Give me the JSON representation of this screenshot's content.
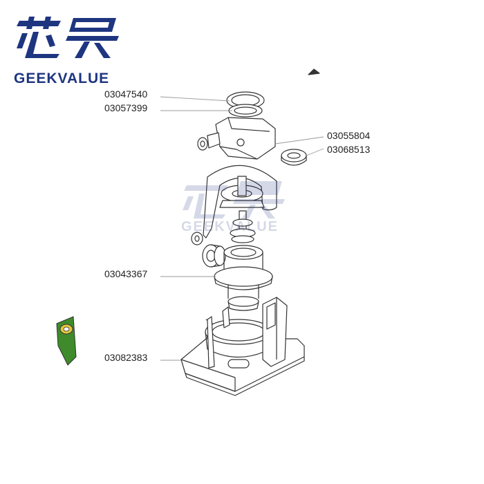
{
  "brand": {
    "name_cn": "芯灵",
    "name_en": "GEEKVALUE",
    "color": "#1e3580"
  },
  "watermark": {
    "name_cn": "芯灵",
    "name_en": "GEEKVALUE"
  },
  "callouts": {
    "top_ring": "03047540",
    "top_seal": "03057399",
    "right_bearing_a": "03055804",
    "right_bearing_b": "03068513",
    "middle_housing": "03043367",
    "base_housing": "03082383"
  },
  "colors": {
    "line": "#333333",
    "leader": "#999999",
    "green_part": "#3f8a2a",
    "yellow_part": "#e2c63a"
  }
}
